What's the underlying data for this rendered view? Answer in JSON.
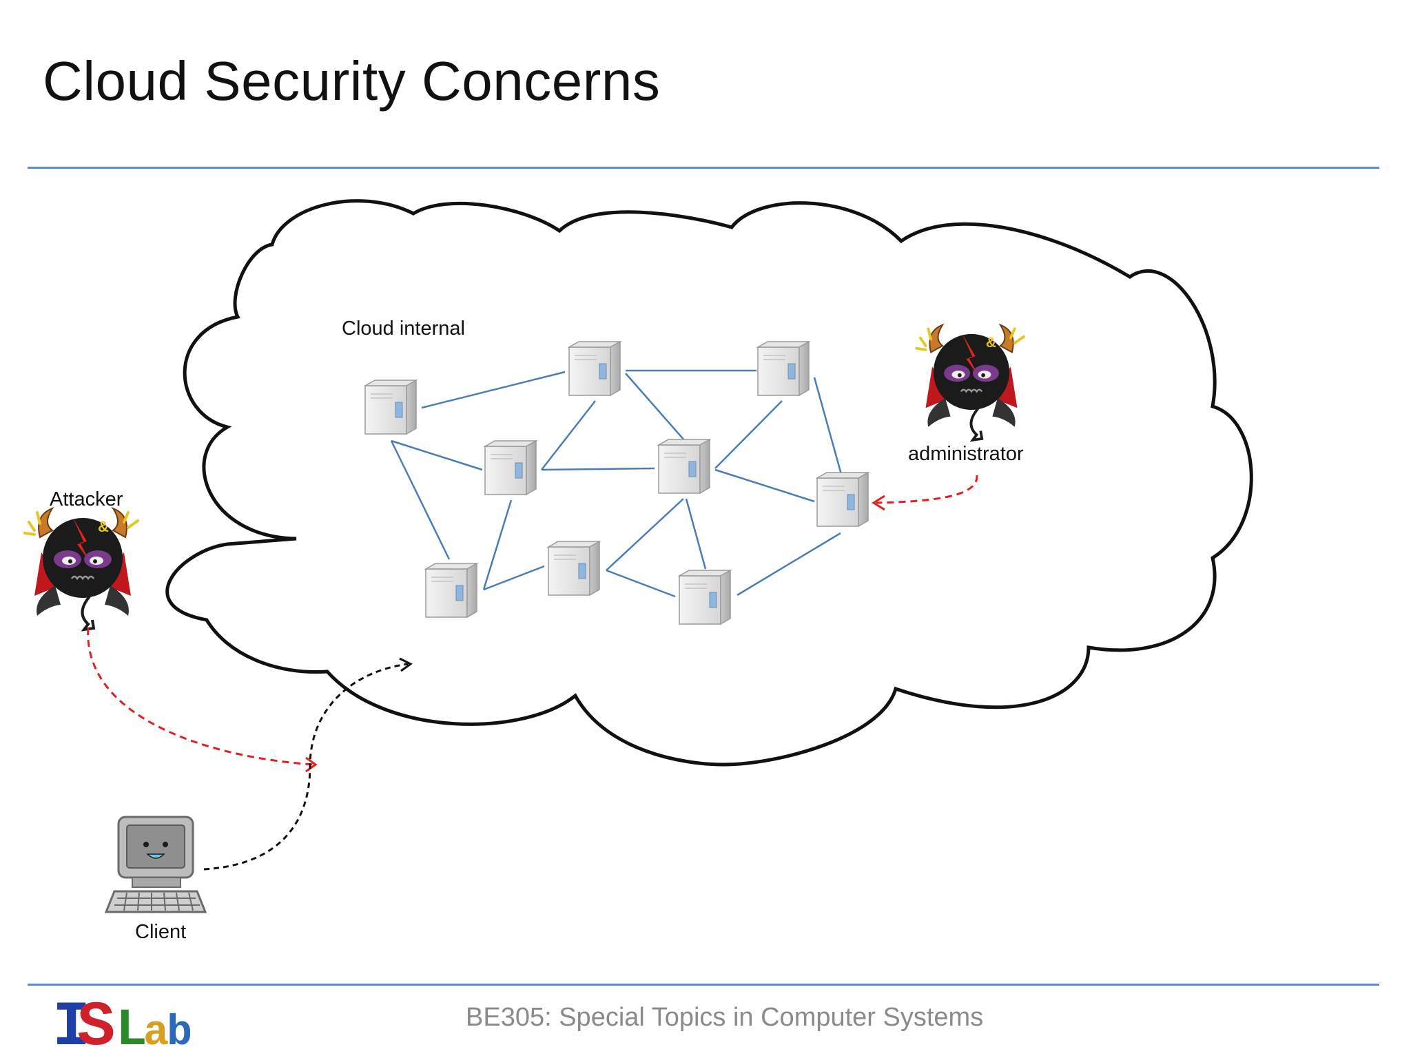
{
  "slide": {
    "title": "Cloud Security Concerns",
    "footer_course": "BE305: Special Topics in Computer Systems",
    "logo_text": "ISLab"
  },
  "diagram": {
    "cloud_label": "Cloud internal",
    "attacker_label": "Attacker",
    "administrator_label": "administrator",
    "client_label": "Client"
  },
  "colors": {
    "rule": "#5b8ec4",
    "network_link": "#4a7db8",
    "attack_arrow": "#e02020",
    "client_arrow": "#111111",
    "footer_text": "#8a8a8a"
  },
  "icons": {
    "server": "server-tower-icon",
    "attacker": "devil-icon",
    "administrator": "devil-icon",
    "client": "computer-icon",
    "cloud": "cloud-shape"
  }
}
